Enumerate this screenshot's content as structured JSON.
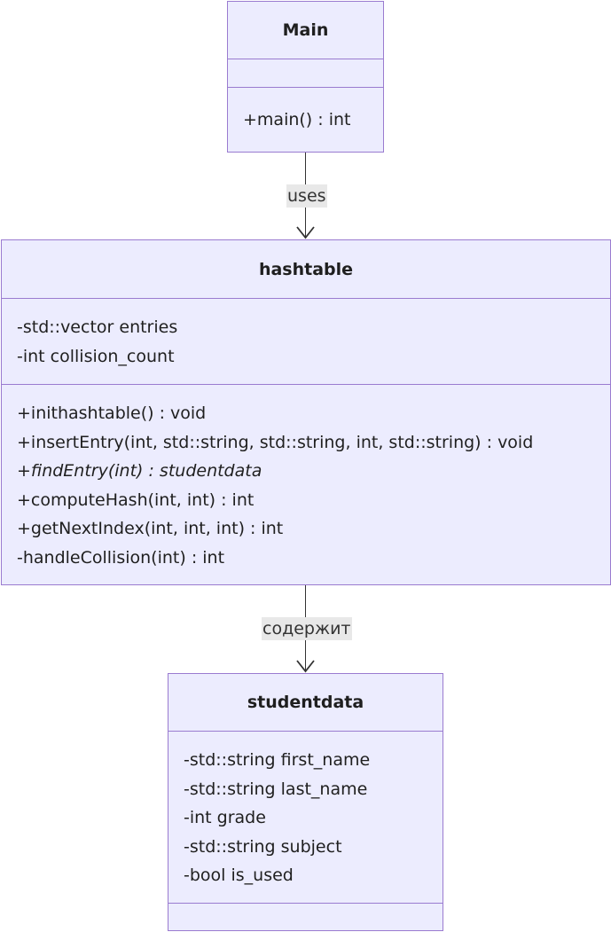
{
  "classes": {
    "main": {
      "name": "Main",
      "attributes": [],
      "methods": [
        "+main() : int"
      ]
    },
    "hashtable": {
      "name": "hashtable",
      "attributes": [
        "-std::vector entries",
        "-int collision_count"
      ],
      "methods": [
        "+inithashtable() : void",
        "+insertEntry(int, std::string, std::string, int, std::string) : void",
        "+findEntry(int) : studentdata",
        "+computeHash(int, int) : int",
        "+getNextIndex(int, int, int) : int",
        "-handleCollision(int) : int"
      ]
    },
    "studentdata": {
      "name": "studentdata",
      "attributes": [
        "-std::string first_name",
        "-std::string last_name",
        "-int grade",
        "-std::string subject",
        "-bool is_used"
      ],
      "methods": []
    }
  },
  "relations": [
    {
      "from": "Main",
      "to": "hashtable",
      "label": "uses"
    },
    {
      "from": "hashtable",
      "to": "studentdata",
      "label": "содержит"
    }
  ],
  "colors": {
    "class_fill": "#ececfe",
    "class_border": "#9a7bd0",
    "edge": "#333333",
    "label_bg": "#e8e8e8"
  }
}
